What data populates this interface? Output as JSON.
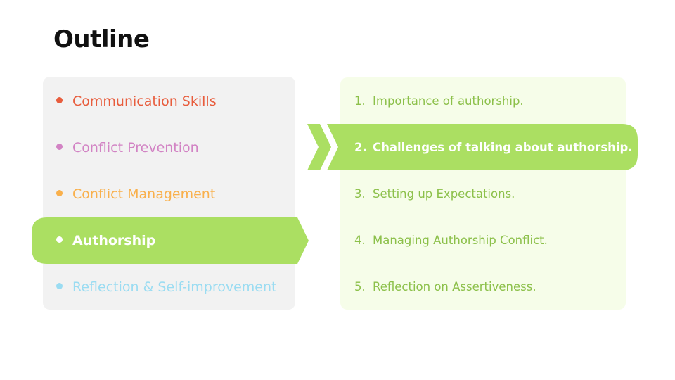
{
  "slide": {
    "title": "Outline"
  },
  "outline": {
    "items": [
      {
        "label": "Communication Skills",
        "color": "#e85d3d"
      },
      {
        "label": "Conflict Prevention",
        "color": "#d283c4"
      },
      {
        "label": "Conflict Management",
        "color": "#f9b04c"
      },
      {
        "label": "Authorship",
        "color": "#ffffff",
        "active": true
      },
      {
        "label": "Reflection & Self-improvement",
        "color": "#9adcf2"
      }
    ],
    "active_color": "#abdf62"
  },
  "subtopics": {
    "items": [
      {
        "number": "1.",
        "label": "Importance of authorship."
      },
      {
        "number": "2.",
        "label": "Challenges of talking about authorship.",
        "active": true
      },
      {
        "number": "3.",
        "label": "Setting up Expectations."
      },
      {
        "number": "4.",
        "label": "Managing Authorship Conflict."
      },
      {
        "number": "5.",
        "label": "Reflection on Assertiveness."
      }
    ],
    "text_color": "#8cc04a",
    "panel_color": "#f6fde9",
    "active_color": "#abdf62"
  }
}
